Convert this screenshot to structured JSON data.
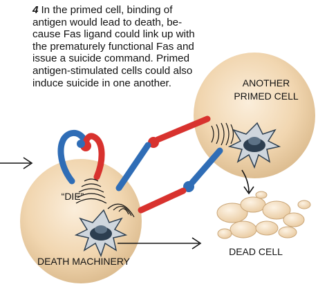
{
  "caption": {
    "step_number": "4",
    "lines": [
      "In the primed cell, binding of",
      "antigen would lead to death, be-",
      "cause Fas ligand could link up with",
      "the prematurely functional Fas and",
      "issue a suicide command. Primed",
      "antigen-stimulated cells could also",
      "induce suicide in one another."
    ]
  },
  "labels": {
    "another_primed_cell_line1": "ANOTHER",
    "another_primed_cell_line2": "PRIMED CELL",
    "die": "“DIE”",
    "death_machinery": "DEATH MACHINERY",
    "dead_cell": "DEAD CELL"
  },
  "colors": {
    "cell_fill": "#f1d6b0",
    "cell_shadow": "#d9b88a",
    "fas_blue": "#2f6db6",
    "fasl_red": "#d8322e",
    "machinery_dark": "#2c3e50",
    "machinery_light": "#cfd6dd",
    "debris": "#f3dcb8",
    "arrow": "#111111"
  },
  "icons": [
    "incoming-arrow-icon",
    "death-machinery-icon",
    "signal-waves-icon",
    "arrow-down-icon",
    "arrow-right-icon"
  ]
}
